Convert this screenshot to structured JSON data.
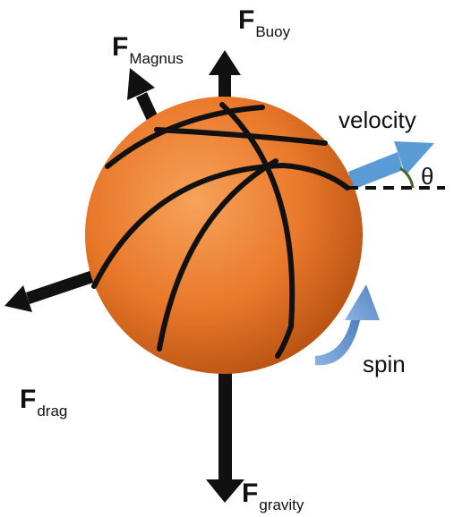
{
  "labels": {
    "buoy": {
      "main": "F",
      "sub": "Buoy"
    },
    "magnus": {
      "main": "F",
      "sub": "Magnus"
    },
    "drag": {
      "main": "F",
      "sub": "drag"
    },
    "gravity": {
      "main": "F",
      "sub": "gravity"
    },
    "velocity": "velocity",
    "theta": "θ",
    "spin": "spin"
  },
  "colors": {
    "ball_light": "#f6a35a",
    "ball_mid": "#e9782a",
    "ball_dark": "#b24e10",
    "seam": "#111111",
    "force_arrow": "#111111",
    "velocity_arrow": "#5b9bd5",
    "spin_arrow_light": "#8db3e2",
    "spin_arrow_dark": "#4f81bd",
    "angle_arc": "#3f6b28"
  },
  "icons": {
    "ball": "basketball-icon"
  }
}
